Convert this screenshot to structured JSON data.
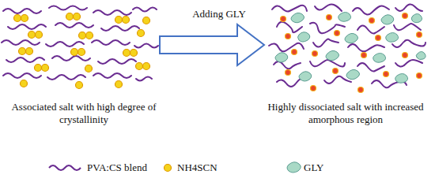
{
  "diagram": {
    "labels": [
      "Adding GLY",
      "Associated salt with high degree of crystallinity",
      "Highly dissociated salt with increased amorphous region"
    ],
    "legend": [
      {
        "text": "PVA:CS blend"
      },
      {
        "text": "NH4SCN"
      },
      {
        "text": "GLY"
      }
    ]
  }
}
